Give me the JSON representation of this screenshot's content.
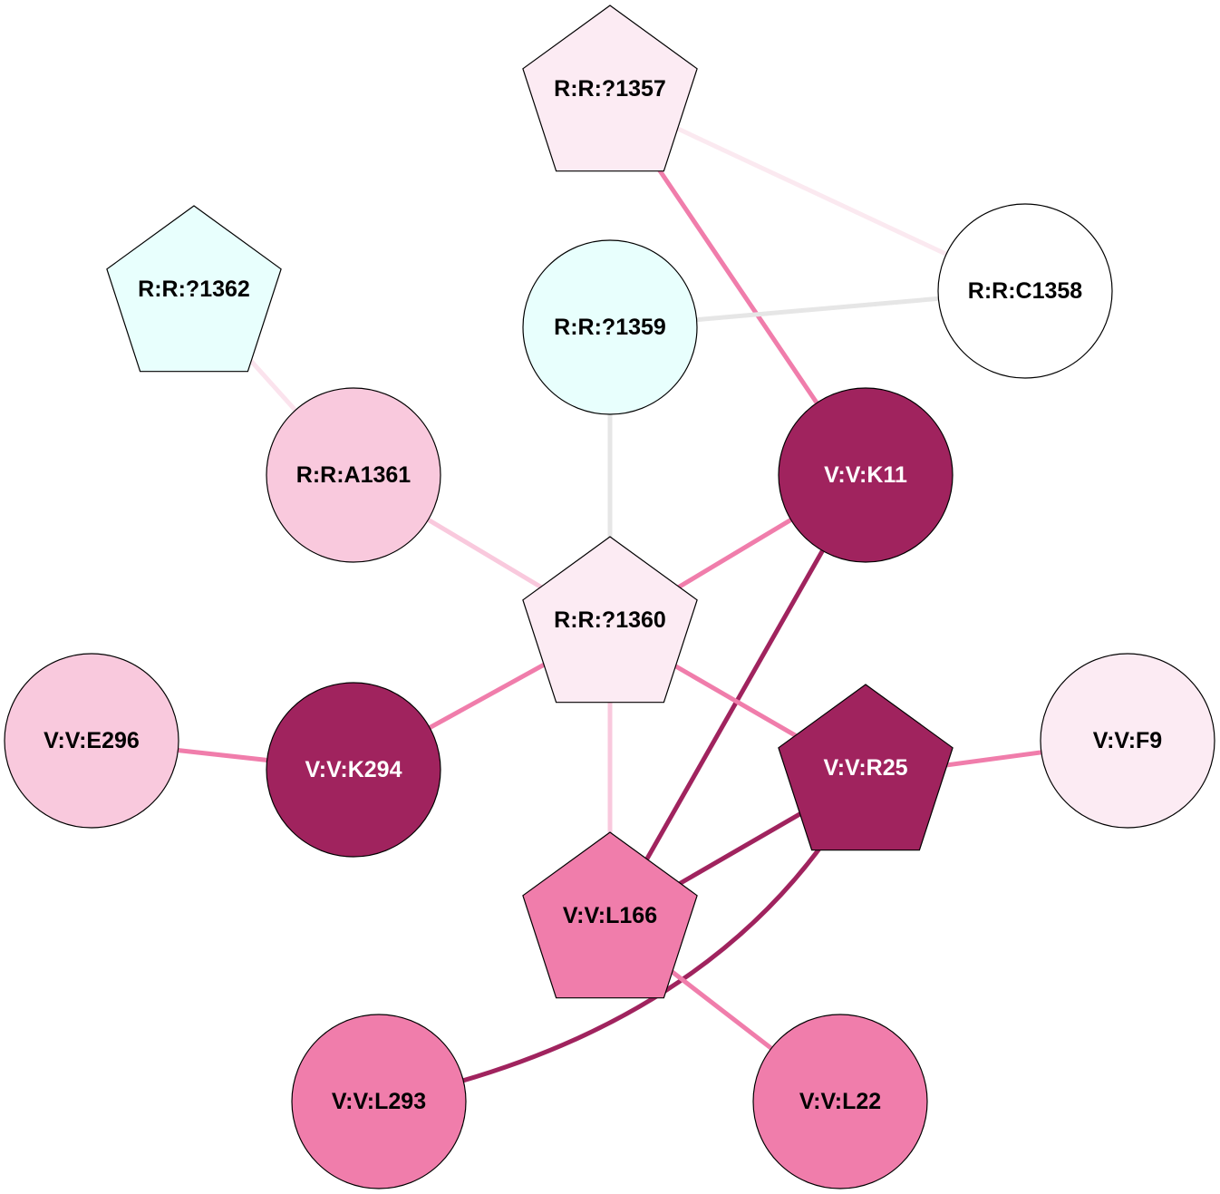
{
  "graph": {
    "nodes": [
      {
        "id": "n1357",
        "label": "R:R:?1357",
        "shape": "pentagon",
        "fill": "#fcebf3",
        "text_color": "#000000"
      },
      {
        "id": "n1358",
        "label": "R:R:C1358",
        "shape": "circle",
        "fill": "#ffffff",
        "text_color": "#000000"
      },
      {
        "id": "n1362",
        "label": "R:R:?1362",
        "shape": "pentagon",
        "fill": "#e8fffd",
        "text_color": "#000000"
      },
      {
        "id": "n1359",
        "label": "R:R:?1359",
        "shape": "circle",
        "fill": "#e8fffd",
        "text_color": "#000000"
      },
      {
        "id": "n1361",
        "label": "R:R:A1361",
        "shape": "circle",
        "fill": "#f9c9dd",
        "text_color": "#000000"
      },
      {
        "id": "k11",
        "label": "V:V:K11",
        "shape": "circle",
        "fill": "#a0235e",
        "text_color": "#ffffff"
      },
      {
        "id": "n1360",
        "label": "R:R:?1360",
        "shape": "pentagon",
        "fill": "#fcebf3",
        "text_color": "#000000"
      },
      {
        "id": "e296",
        "label": "V:V:E296",
        "shape": "circle",
        "fill": "#f9c9dd",
        "text_color": "#000000"
      },
      {
        "id": "k294",
        "label": "V:V:K294",
        "shape": "circle",
        "fill": "#a0235e",
        "text_color": "#ffffff"
      },
      {
        "id": "r25",
        "label": "V:V:R25",
        "shape": "pentagon",
        "fill": "#a0235e",
        "text_color": "#ffffff"
      },
      {
        "id": "f9",
        "label": "V:V:F9",
        "shape": "circle",
        "fill": "#fcebf3",
        "text_color": "#000000"
      },
      {
        "id": "l166",
        "label": "V:V:L166",
        "shape": "pentagon",
        "fill": "#f07dab",
        "text_color": "#000000"
      },
      {
        "id": "l293",
        "label": "V:V:L293",
        "shape": "circle",
        "fill": "#f07dab",
        "text_color": "#000000"
      },
      {
        "id": "l22",
        "label": "V:V:L22",
        "shape": "circle",
        "fill": "#f07dab",
        "text_color": "#000000"
      }
    ],
    "edges": [
      {
        "from": "n1357",
        "to": "n1358",
        "color": "#fbe9f0"
      },
      {
        "from": "n1357",
        "to": "k11",
        "color": "#f07dab"
      },
      {
        "from": "n1359",
        "to": "n1358",
        "color": "#e6e6e6"
      },
      {
        "from": "n1359",
        "to": "n1360",
        "color": "#e6e6e6"
      },
      {
        "from": "n1362",
        "to": "n1361",
        "color": "#fbe3ed"
      },
      {
        "from": "n1361",
        "to": "n1360",
        "color": "#f9c9dd"
      },
      {
        "from": "k11",
        "to": "n1360",
        "color": "#f07dab"
      },
      {
        "from": "k11",
        "to": "l166",
        "color": "#a0235e"
      },
      {
        "from": "n1360",
        "to": "k294",
        "color": "#f07dab"
      },
      {
        "from": "n1360",
        "to": "r25",
        "color": "#f07dab"
      },
      {
        "from": "n1360",
        "to": "l166",
        "color": "#f9c9dd"
      },
      {
        "from": "e296",
        "to": "k294",
        "color": "#f07dab"
      },
      {
        "from": "r25",
        "to": "f9",
        "color": "#f07dab"
      },
      {
        "from": "r25",
        "to": "l166",
        "color": "#a0235e"
      },
      {
        "from": "r25",
        "to": "l293",
        "color": "#a0235e",
        "curved": true
      },
      {
        "from": "l166",
        "to": "l22",
        "color": "#f07dab"
      }
    ]
  }
}
